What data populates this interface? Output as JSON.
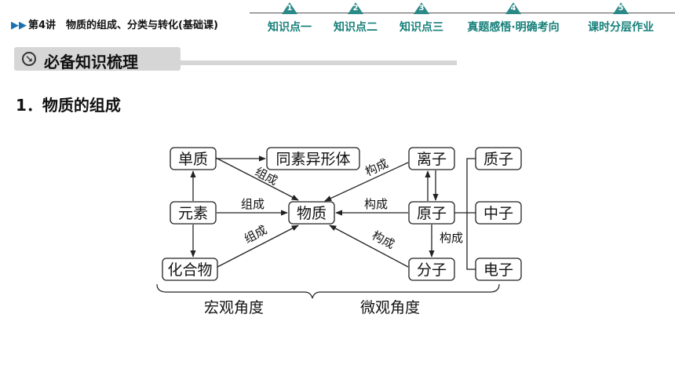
{
  "header": {
    "lesson": "第4讲　物质的组成、分类与转化(基础课)",
    "nav": [
      {
        "num": "1",
        "label": "知识点一"
      },
      {
        "num": "2",
        "label": "知识点二"
      },
      {
        "num": "3",
        "label": "知识点三"
      },
      {
        "num": "4",
        "label": "真题感悟·明确考向"
      },
      {
        "num": "5",
        "label": "课时分层作业"
      }
    ]
  },
  "section": {
    "title": "必备知识梳理"
  },
  "heading": "1．物质的组成",
  "diagram": {
    "nodes": {
      "danzhi": "单质",
      "tongsu": "同素异形体",
      "yuansu": "元素",
      "wuzhi": "物质",
      "huahewu": "化合物",
      "lizi": "离子",
      "yuanzi": "原子",
      "fenzi": "分子",
      "zhizi": "质子",
      "zhongzi": "中子",
      "dianzi": "电子"
    },
    "edge_labels": {
      "zucheng1": "组成",
      "zucheng2": "组成",
      "zucheng3": "组成",
      "goucheng1": "构成",
      "goucheng2": "构成",
      "goucheng3": "构成",
      "goucheng4": "构成"
    },
    "braces": {
      "macro": "宏观角度",
      "micro": "微观角度"
    }
  }
}
